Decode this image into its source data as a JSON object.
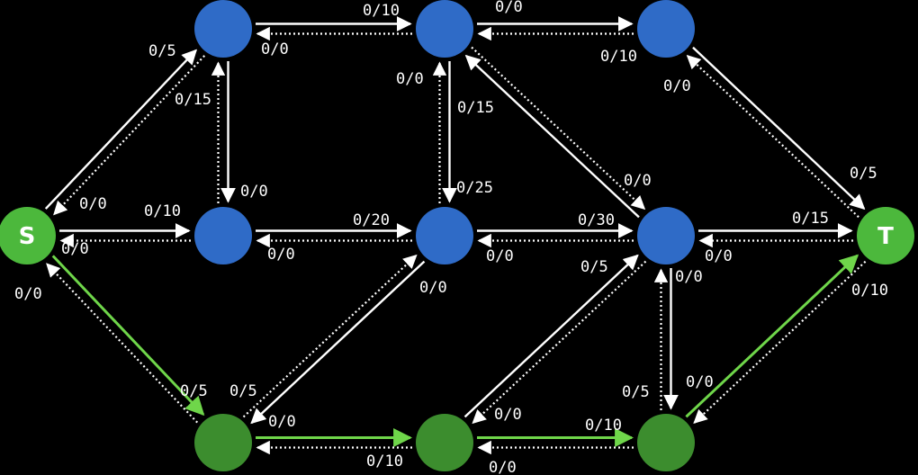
{
  "graph": {
    "colors": {
      "background": "#000000",
      "node_default": "#2f6bc7",
      "node_source_sink": "#4cb83c",
      "node_path": "#3c8d2e",
      "edge_forward": "#ffffff",
      "edge_residual": "#ffffff",
      "edge_augmenting": "#6fd64a"
    },
    "nodes": [
      {
        "id": "s",
        "label": "S",
        "kind": "terminal"
      },
      {
        "id": "a",
        "label": "",
        "kind": "default"
      },
      {
        "id": "b",
        "label": "",
        "kind": "default"
      },
      {
        "id": "c",
        "label": "",
        "kind": "default"
      },
      {
        "id": "d",
        "label": "",
        "kind": "default"
      },
      {
        "id": "e",
        "label": "",
        "kind": "default"
      },
      {
        "id": "f",
        "label": "",
        "kind": "default"
      },
      {
        "id": "t",
        "label": "T",
        "kind": "terminal"
      },
      {
        "id": "g",
        "label": "",
        "kind": "path"
      },
      {
        "id": "h",
        "label": "",
        "kind": "path"
      },
      {
        "id": "i",
        "label": "",
        "kind": "path"
      }
    ],
    "edges": [
      {
        "from": "s",
        "to": "a",
        "flow": "0/5",
        "residual": "0/0"
      },
      {
        "from": "s",
        "to": "d",
        "flow": "0/10",
        "residual": "0/0"
      },
      {
        "from": "s",
        "to": "g",
        "flow": "0/5",
        "residual": "0/0",
        "augmenting": true
      },
      {
        "from": "a",
        "to": "b",
        "flow": "0/10",
        "residual": "0/0"
      },
      {
        "from": "a",
        "to": "d",
        "flow": "0/15",
        "residual": "0/0"
      },
      {
        "from": "b",
        "to": "c",
        "flow": "0/10",
        "residual": "0/0"
      },
      {
        "from": "b",
        "to": "e",
        "flow": "0/25",
        "residual": "0/0"
      },
      {
        "from": "b",
        "to": "f",
        "flow": "0/15",
        "residual": "0/0",
        "reverse": true
      },
      {
        "from": "c",
        "to": "t",
        "flow": "0/5",
        "residual": "0/0"
      },
      {
        "from": "d",
        "to": "e",
        "flow": "0/20",
        "residual": "0/0"
      },
      {
        "from": "e",
        "to": "f",
        "flow": "0/30",
        "residual": "0/0"
      },
      {
        "from": "e",
        "to": "g",
        "flow": "0/5",
        "residual": "0/0"
      },
      {
        "from": "f",
        "to": "t",
        "flow": "0/15",
        "residual": "0/0"
      },
      {
        "from": "f",
        "to": "i",
        "flow": "0/5",
        "residual": "0/0"
      },
      {
        "from": "h",
        "to": "f",
        "flow": "0/5",
        "residual": "0/0"
      },
      {
        "from": "g",
        "to": "h",
        "flow": "0/10",
        "residual": "0/0",
        "augmenting": true
      },
      {
        "from": "h",
        "to": "i",
        "flow": "0/10",
        "residual": "0/0",
        "augmenting": true
      },
      {
        "from": "i",
        "to": "t",
        "flow": "0/10",
        "residual": "0/0",
        "augmenting": true
      }
    ]
  }
}
